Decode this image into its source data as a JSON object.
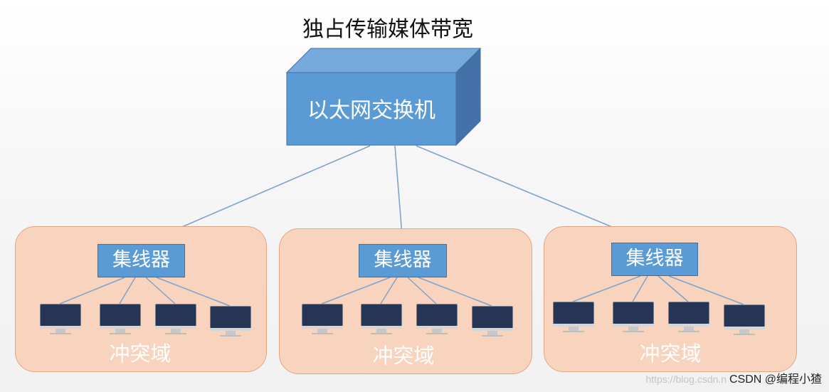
{
  "title": "独占传输媒体带宽",
  "switch": {
    "label": "以太网交换机"
  },
  "domains": [
    {
      "hub_label": "集线器",
      "domain_label": "冲突域"
    },
    {
      "hub_label": "集线器",
      "domain_label": "冲突域"
    },
    {
      "hub_label": "集线器",
      "domain_label": "冲突域"
    }
  ],
  "watermark": {
    "url": "https://blog.csdn.n",
    "brand": "CSDN @编程小猹"
  },
  "colors": {
    "switch_front": "#5b9bd5",
    "switch_top": "#76a9dc",
    "switch_side": "#4472a8",
    "domain_fill": "#f8d3bd",
    "hub_fill": "#5b9bd5",
    "line": "#7ea3cc",
    "pc_screen": "#253553"
  }
}
